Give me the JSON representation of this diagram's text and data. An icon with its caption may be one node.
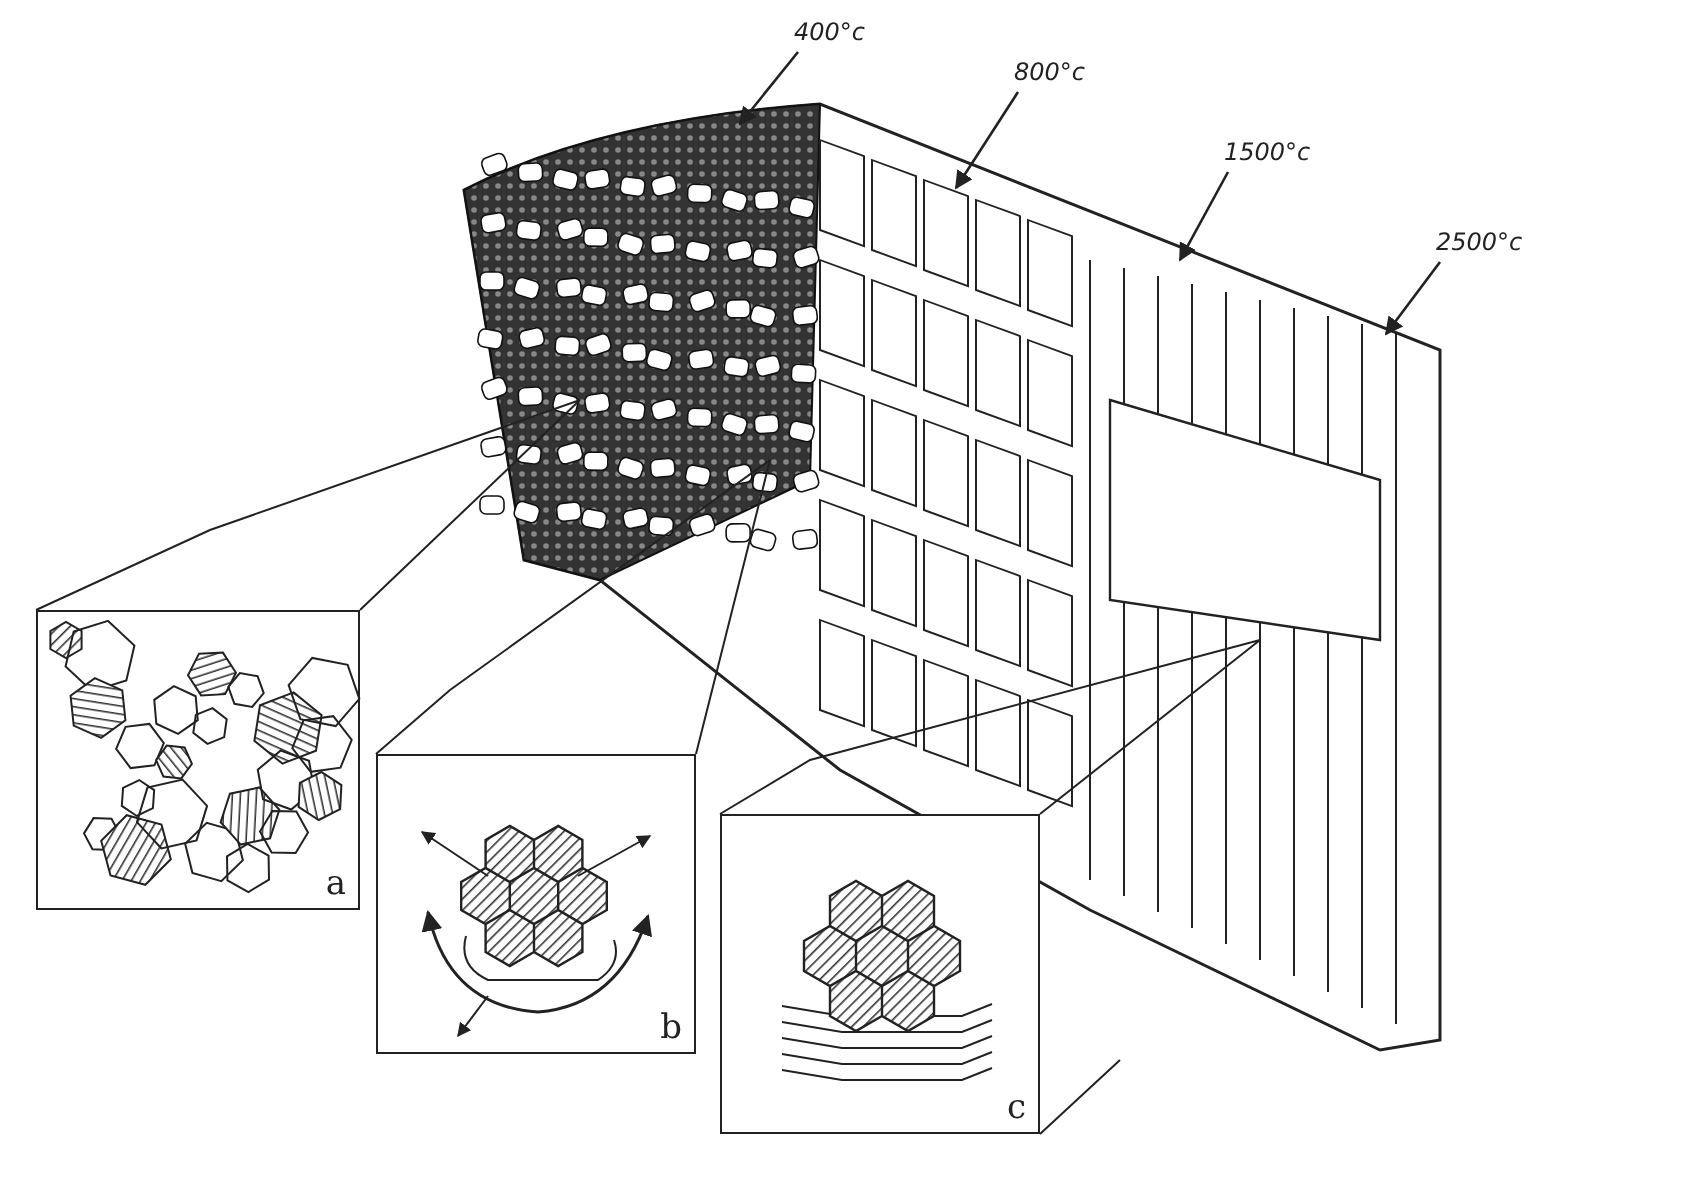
{
  "diagram": {
    "nodes": [
      {
        "text": [
          "400°c"
        ]
      },
      {
        "text": [
          "800°c"
        ]
      },
      {
        "text": [
          "1500°c"
        ]
      },
      {
        "text": [
          "2500°c"
        ]
      },
      {
        "text": [
          "a"
        ]
      },
      {
        "text": [
          "b"
        ]
      },
      {
        "text": [
          "c"
        ]
      }
    ],
    "edges": [
      {
        "from": 0,
        "to": null,
        "arrow": "to"
      },
      {
        "from": 1,
        "to": null,
        "arrow": "to"
      },
      {
        "from": 2,
        "to": null,
        "arrow": "to"
      },
      {
        "from": 3,
        "to": null,
        "arrow": "to"
      }
    ]
  }
}
